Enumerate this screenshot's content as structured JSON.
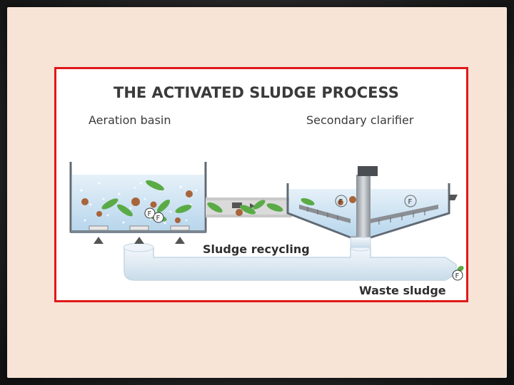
{
  "diagram": {
    "title": "THE ACTIVATED SLUDGE PROCESS",
    "labels": {
      "aeration_basin": "Aeration basin",
      "secondary_clarifier": "Secondary clarifier",
      "sludge_recycling": "Sludge recycling",
      "waste_sludge": "Waste sludge"
    },
    "floc_marker": "F",
    "colors": {
      "frame_border": "#e0181a",
      "slide_background": "#f7e4d7",
      "water": "#cfe4f2",
      "bacteria_green": "#5aab46",
      "floc_brown": "#a8643a"
    }
  }
}
